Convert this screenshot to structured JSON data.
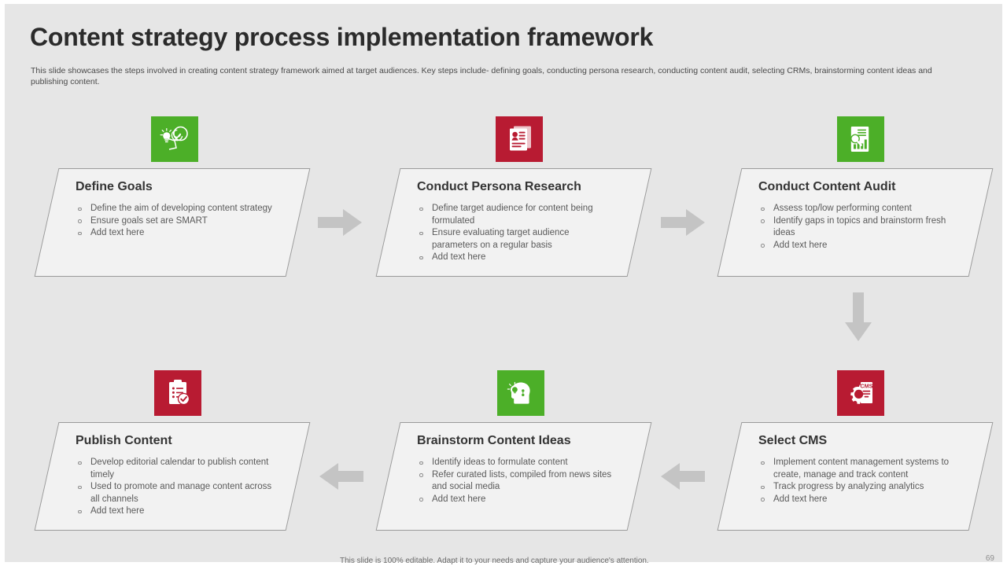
{
  "slide": {
    "title": "Content strategy process implementation framework",
    "subtitle": "This slide showcases the steps involved in creating content strategy framework aimed at target audiences. Key steps include- defining goals, conducting persona research, conducting content audit, selecting CRMs, brainstorming content ideas and publishing content.",
    "footer_note": "This slide is 100% editable. Adapt it to your needs and capture your audience's attention.",
    "page_number": "69",
    "background_color": "#e6e6e6",
    "accent_green": "#4caf28",
    "accent_red": "#b81b32",
    "arrow_color": "#c4c4c4"
  },
  "steps": [
    {
      "title": "Define Goals",
      "icon": "lightbulb-target-icon",
      "icon_color": "#4caf28",
      "bullets": [
        "Define the aim of developing content strategy",
        "Ensure goals set are SMART",
        "Add text here"
      ]
    },
    {
      "title": "Conduct Persona Research",
      "icon": "persona-document-icon",
      "icon_color": "#b81b32",
      "bullets": [
        "Define target audience for content being formulated",
        "Ensure evaluating target audience parameters on a regular basis",
        "Add text here"
      ]
    },
    {
      "title": "Conduct Content Audit",
      "icon": "document-chart-icon",
      "icon_color": "#4caf28",
      "bullets": [
        "Assess top/low performing content",
        "Identify gaps in topics and brainstorm fresh ideas",
        "Add text here"
      ]
    },
    {
      "title": "Select CMS",
      "icon": "gear-cms-document-icon",
      "icon_color": "#b81b32",
      "icon_label": "CMS",
      "bullets": [
        "Implement content management systems to create, manage and track content",
        "Track progress by analyzing analytics",
        "Add text here"
      ]
    },
    {
      "title": "Brainstorm Content Ideas",
      "icon": "head-lightbulb-icon",
      "icon_color": "#4caf28",
      "bullets": [
        "Identify ideas to formulate content",
        "Refer curated lists, compiled from news sites and social media",
        "Add text here"
      ]
    },
    {
      "title": "Publish Content",
      "icon": "clipboard-check-icon",
      "icon_color": "#b81b32",
      "bullets": [
        "Develop editorial calendar to publish content timely",
        "Used to promote and manage content across all channels",
        "Add text here"
      ]
    }
  ],
  "connectors": [
    {
      "name": "arrow-step1-to-step2",
      "direction": "right"
    },
    {
      "name": "arrow-step2-to-step3",
      "direction": "right"
    },
    {
      "name": "arrow-step3-to-step4",
      "direction": "down"
    },
    {
      "name": "arrow-step4-to-step5",
      "direction": "left"
    },
    {
      "name": "arrow-step5-to-step6",
      "direction": "left"
    }
  ]
}
